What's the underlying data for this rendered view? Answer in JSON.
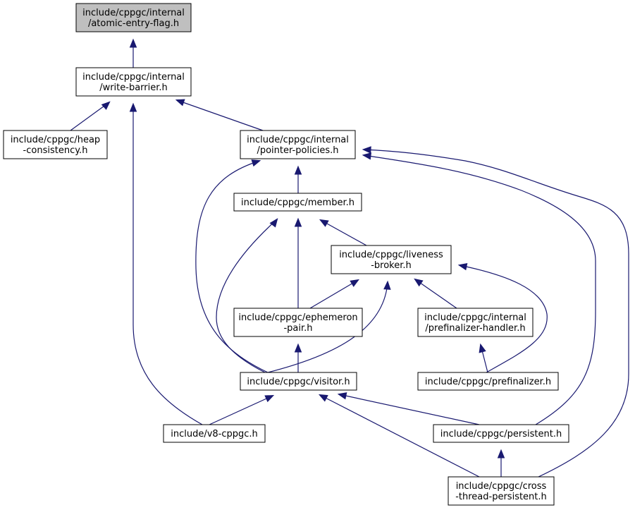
{
  "colors": {
    "edge": "#191970",
    "current_node_fill": "#bfbfbf",
    "node_fill": "#ffffff",
    "node_border": "#000000"
  },
  "nodes": [
    {
      "id": "atomic",
      "lines": [
        "include/cppgc/internal",
        "/atomic-entry-flag.h"
      ],
      "current": true
    },
    {
      "id": "writebarrier",
      "lines": [
        "include/cppgc/internal",
        "/write-barrier.h"
      ]
    },
    {
      "id": "heapconsistency",
      "lines": [
        "include/cppgc/heap",
        "-consistency.h"
      ]
    },
    {
      "id": "pointerpolicies",
      "lines": [
        "include/cppgc/internal",
        "/pointer-policies.h"
      ]
    },
    {
      "id": "member",
      "lines": [
        "include/cppgc/member.h"
      ]
    },
    {
      "id": "liveness",
      "lines": [
        "include/cppgc/liveness",
        "-broker.h"
      ]
    },
    {
      "id": "ephemeron",
      "lines": [
        "include/cppgc/ephemeron",
        "-pair.h"
      ]
    },
    {
      "id": "prefinalizerhandler",
      "lines": [
        "include/cppgc/internal",
        "/prefinalizer-handler.h"
      ]
    },
    {
      "id": "visitor",
      "lines": [
        "include/cppgc/visitor.h"
      ]
    },
    {
      "id": "prefinalizer",
      "lines": [
        "include/cppgc/prefinalizer.h"
      ]
    },
    {
      "id": "v8cppgc",
      "lines": [
        "include/v8-cppgc.h"
      ]
    },
    {
      "id": "persistent",
      "lines": [
        "include/cppgc/persistent.h"
      ]
    },
    {
      "id": "crossthread",
      "lines": [
        "include/cppgc/cross",
        "-thread-persistent.h"
      ]
    }
  ],
  "edges": [
    {
      "from": "writebarrier",
      "to": "atomic"
    },
    {
      "from": "heapconsistency",
      "to": "writebarrier"
    },
    {
      "from": "pointerpolicies",
      "to": "writebarrier"
    },
    {
      "from": "v8cppgc",
      "to": "writebarrier"
    },
    {
      "from": "member",
      "to": "pointerpolicies"
    },
    {
      "from": "visitor",
      "to": "pointerpolicies"
    },
    {
      "from": "persistent",
      "to": "pointerpolicies"
    },
    {
      "from": "crossthread",
      "to": "pointerpolicies"
    },
    {
      "from": "liveness",
      "to": "member"
    },
    {
      "from": "ephemeron",
      "to": "member"
    },
    {
      "from": "visitor",
      "to": "member"
    },
    {
      "from": "ephemeron",
      "to": "liveness"
    },
    {
      "from": "visitor",
      "to": "liveness"
    },
    {
      "from": "prefinalizerhandler",
      "to": "liveness"
    },
    {
      "from": "prefinalizer",
      "to": "liveness"
    },
    {
      "from": "visitor",
      "to": "ephemeron"
    },
    {
      "from": "prefinalizer",
      "to": "prefinalizerhandler"
    },
    {
      "from": "v8cppgc",
      "to": "visitor"
    },
    {
      "from": "persistent",
      "to": "visitor"
    },
    {
      "from": "crossthread",
      "to": "visitor"
    },
    {
      "from": "crossthread",
      "to": "persistent"
    }
  ]
}
